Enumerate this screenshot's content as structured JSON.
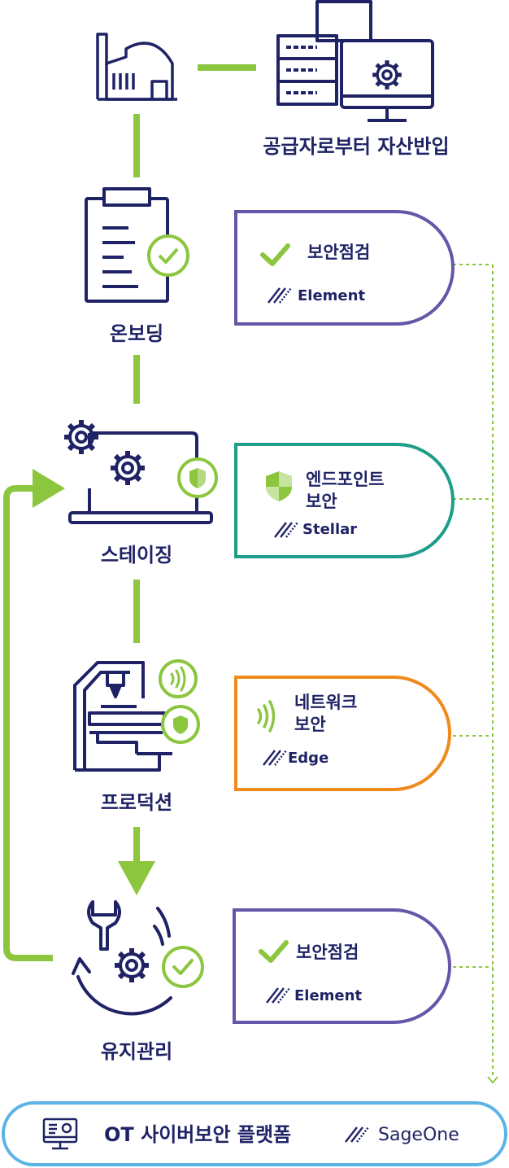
{
  "colors": {
    "navy": "#1f2366",
    "green": "#8cc63f",
    "purple": "#6655a8",
    "teal": "#1e9d8b",
    "orange": "#ef8a1c",
    "blue": "#5bb3e6"
  },
  "header": {
    "source_label": "공급자로부터 자산반입"
  },
  "stages": [
    {
      "label": "온보딩",
      "icon": "clipboard-check-icon"
    },
    {
      "label": "스테이징",
      "icon": "laptop-gears-icon"
    },
    {
      "label": "프로덕션",
      "icon": "machine-tool-icon"
    },
    {
      "label": "유지관리",
      "icon": "wrench-gear-cycle-icon"
    }
  ],
  "cards": [
    {
      "title": "보안점검",
      "brand": "Element",
      "icon": "check-icon"
    },
    {
      "title_line1": "엔드포인트",
      "title_line2": "보안",
      "brand": "Stellar",
      "icon": "shield-icon"
    },
    {
      "title_line1": "네트워크",
      "title_line2": "보안",
      "brand": "Edge",
      "icon": "wireless-signal-icon"
    },
    {
      "title": "보안점검",
      "brand": "Element",
      "icon": "check-icon"
    }
  ],
  "platform": {
    "title": "OT 사이버보안 플랫폼",
    "brand": "SageOne",
    "icon": "monitor-icon"
  }
}
